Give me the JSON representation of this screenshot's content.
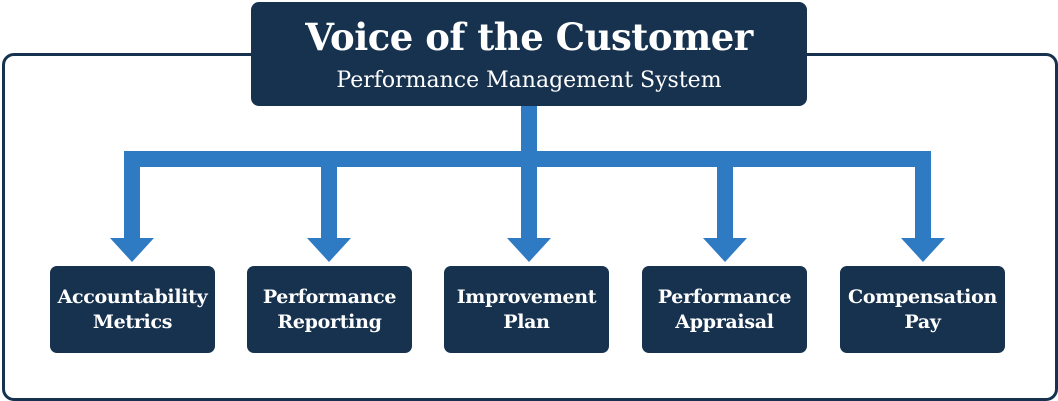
{
  "title": "Voice of the Customer",
  "subtitle": "Performance Management System",
  "nodes": [
    {
      "line1": "Accountability",
      "line2": "Metrics"
    },
    {
      "line1": "Performance",
      "line2": "Reporting"
    },
    {
      "line1": "Improvement",
      "line2": "Plan"
    },
    {
      "line1": "Performance",
      "line2": "Appraisal"
    },
    {
      "line1": "Compensation",
      "line2": "Pay"
    }
  ],
  "colors": {
    "box": "#17324f",
    "arrow": "#2e7bc4",
    "text": "#ffffff"
  }
}
